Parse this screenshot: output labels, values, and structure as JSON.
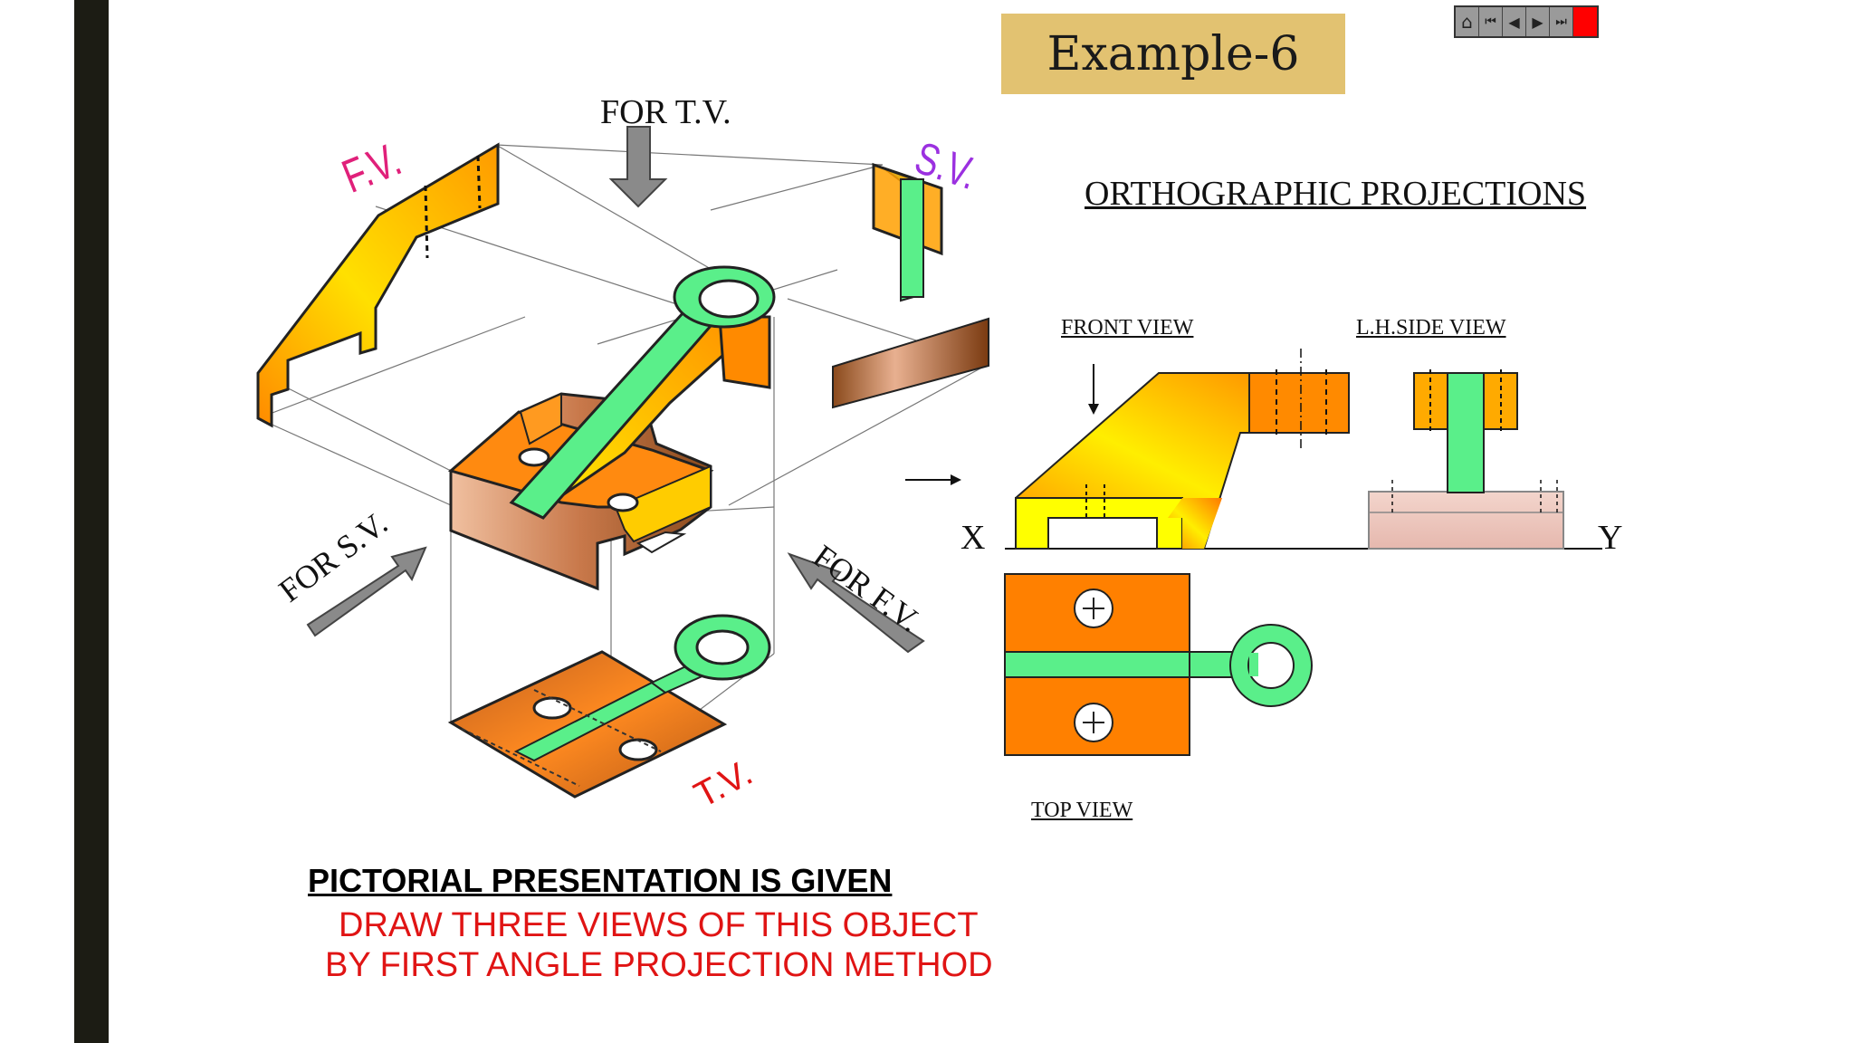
{
  "title": "Example-6",
  "navigation": {
    "buttons": [
      {
        "name": "home-icon",
        "glyph": "⌂"
      },
      {
        "name": "first-icon",
        "glyph": "⏮"
      },
      {
        "name": "prev-icon",
        "glyph": "◀"
      },
      {
        "name": "next-icon",
        "glyph": "▶"
      },
      {
        "name": "last-icon",
        "glyph": "⏭"
      },
      {
        "name": "stop-icon",
        "glyph": ""
      }
    ]
  },
  "pictorial": {
    "for_tv": "FOR T.V.",
    "for_sv": "FOR S.V.",
    "for_fv": "FOR F.V.",
    "fv_tag": "F.V.",
    "sv_tag": "S.V.",
    "tv_tag": "T.V."
  },
  "orthographic": {
    "heading": "ORTHOGRAPHIC PROJECTIONS",
    "front_view": "FRONT VIEW",
    "side_view": "L.H.SIDE VIEW",
    "top_view": "TOP VIEW",
    "x_label": "X",
    "y_label": "Y"
  },
  "footer": {
    "heading": "PICTORIAL PRESENTATION IS GIVEN",
    "line1": "DRAW THREE VIEWS OF THIS OBJECT",
    "line2": "BY FIRST ANGLE PROJECTION METHOD"
  },
  "colors": {
    "orange": "#ff8000",
    "yellow": "#ffee00",
    "green": "#5aef8a",
    "title_bg": "#e2c271",
    "red_text": "#e01414",
    "magenta": "#e0207a",
    "violet": "#9b30e0"
  }
}
